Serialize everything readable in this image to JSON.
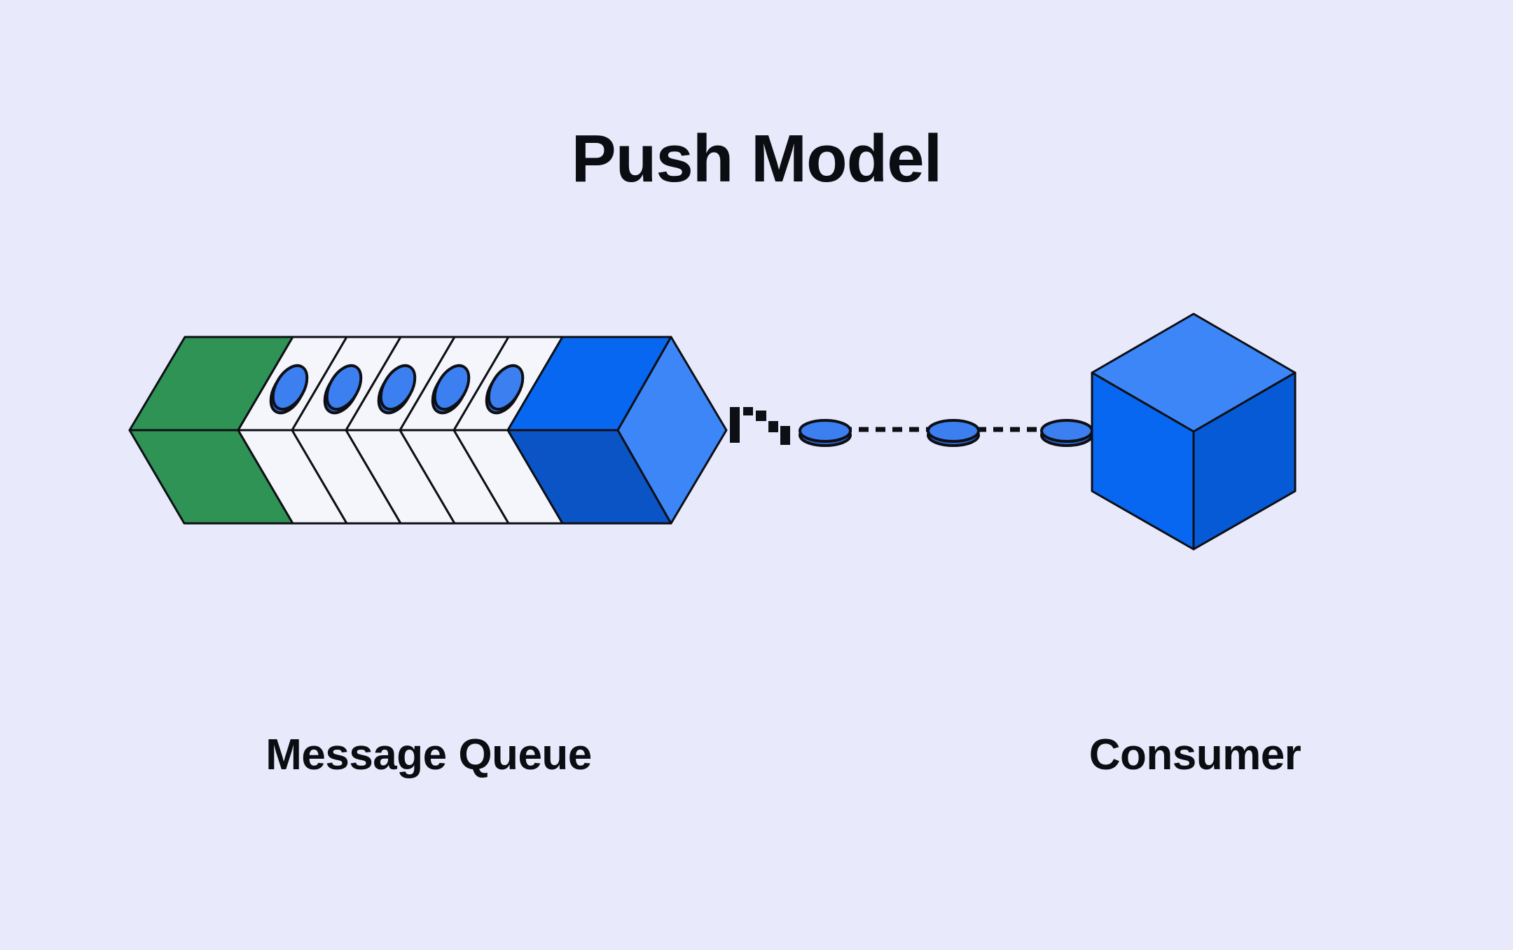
{
  "title": "Push Model",
  "queue": {
    "label": "Message Queue",
    "slot_count": 5,
    "queued_message_count": 5
  },
  "consumer": {
    "label": "Consumer"
  },
  "flow": {
    "in_flight_message_count": 3
  },
  "icons": {
    "push_icon": "pixel-steps-icon",
    "message_icon": "message-disc-icon"
  },
  "palette": {
    "background": "#E8EAFB",
    "outline": "#0D0F14",
    "green": "#2E9355",
    "white_slice": "#F4F6FC",
    "bright_blue": "#0767F0",
    "light_blue": "#3C86F8",
    "dark_blue": "#0B54C6",
    "cube_right_blue": "#065AD6",
    "disc_blue": "#3B7FF0",
    "disc_rim_blue": "#2C68CF",
    "text": "#0C0D12"
  }
}
